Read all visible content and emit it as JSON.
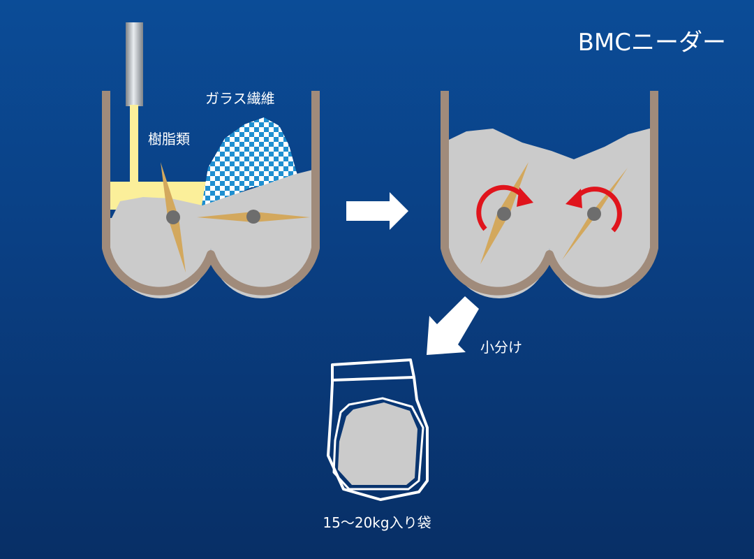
{
  "title": "BMCニーダー",
  "labels": {
    "resin": "樹脂類",
    "glass_fiber": "ガラス繊維",
    "subdivide": "小分け",
    "bag": "15〜20kg入り袋"
  },
  "colors": {
    "background_top": "#0b4c97",
    "background_bottom": "#082f66",
    "vessel_wall": "#a08b7b",
    "material": "#cbcbcb",
    "resin": "#fbef9a",
    "glass_fiber": "#1f8fd0",
    "blade": "#d3a85d",
    "rotation_arrow": "#e0141c",
    "arrow": "#ffffff"
  },
  "icons": {
    "rotation_left_mixer": "clockwise-arrow",
    "rotation_right_mixer": "counterclockwise-arrow"
  }
}
